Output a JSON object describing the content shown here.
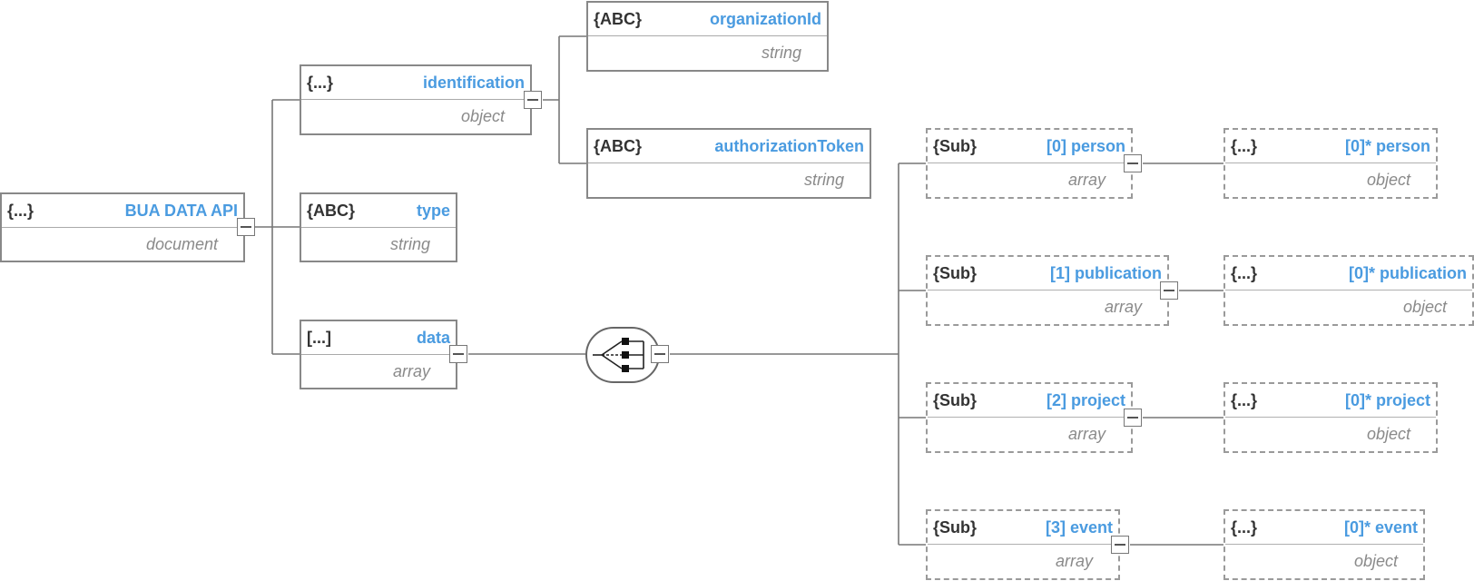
{
  "root": {
    "kind": "{...}",
    "name": "BUA DATA API",
    "type": "document"
  },
  "identification": {
    "kind": "{...}",
    "name": "identification",
    "type": "object"
  },
  "organizationId": {
    "kind": "{ABC}",
    "name": "organizationId",
    "type": "string"
  },
  "authorizationToken": {
    "kind": "{ABC}",
    "name": "authorizationToken",
    "type": "string"
  },
  "type_node": {
    "kind": "{ABC}",
    "name": "type",
    "type": "string"
  },
  "data": {
    "kind": "[...]",
    "name": "data",
    "type": "array"
  },
  "subs": [
    {
      "kind": "{Sub}",
      "name": "[0] person",
      "type": "array"
    },
    {
      "kind": "{Sub}",
      "name": "[1] publication",
      "type": "array"
    },
    {
      "kind": "{Sub}",
      "name": "[2] project",
      "type": "array"
    },
    {
      "kind": "{Sub}",
      "name": "[3] event",
      "type": "array"
    }
  ],
  "items": [
    {
      "kind": "{...}",
      "name": "[0]* person",
      "type": "object"
    },
    {
      "kind": "{...}",
      "name": "[0]* publication",
      "type": "object"
    },
    {
      "kind": "{...}",
      "name": "[0]* project",
      "type": "object"
    },
    {
      "kind": "{...}",
      "name": "[0]* event",
      "type": "object"
    }
  ],
  "colors": {
    "accent": "#4a9be0",
    "border": "#888888",
    "line": "#777777",
    "type_text": "#8a8a8a",
    "kind_text": "#333333"
  }
}
